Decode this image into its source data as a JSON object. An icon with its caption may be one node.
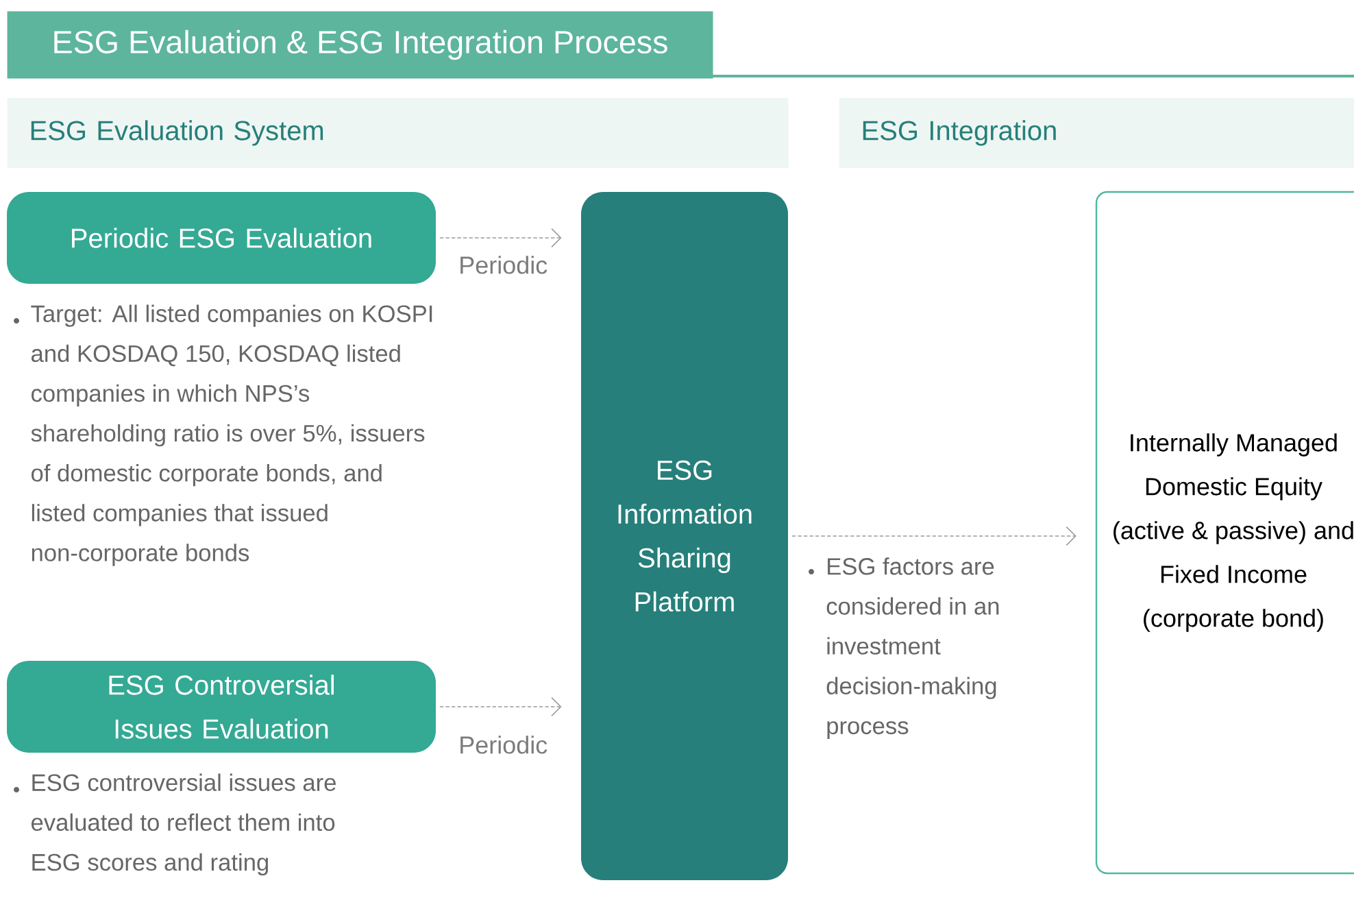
{
  "diagram": {
    "title": "ESG Evaluation & ESG Integration Process",
    "nodes": [
      {
        "text": [
          "ESG Evaluation System"
        ]
      },
      {
        "text": [
          "ESG Integration"
        ]
      },
      {
        "text": [
          "Periodic ESG Evaluation"
        ],
        "beside": [
          "Target: All listed companies on KOSPI and KOSDAQ 150, KOSDAQ listed companies in which NPS’s shareholding ratio is over 5%, issuers of domestic corporate bonds, and listed companies that issued non-corporate bonds"
        ]
      },
      {
        "text": [
          "ESG Controversial Issues Evaluation"
        ],
        "beside": [
          "ESG controversial issues are evaluated to reflect them into ESG scores and rating"
        ]
      },
      {
        "text": [
          "ESG Information Sharing Platform"
        ]
      },
      {
        "text": [
          "Internally Managed Domestic Equity (active & passive) and Fixed Income (corporate bond)"
        ]
      }
    ],
    "edges": [
      {
        "from": 2,
        "to": 4,
        "arrow": "to",
        "label": "Periodic",
        "style": "dashed"
      },
      {
        "from": 3,
        "to": 4,
        "arrow": "to",
        "label": "Periodic",
        "style": "dashed"
      },
      {
        "from": 4,
        "to": 5,
        "arrow": "to",
        "label": "ESG factors are considered in an investment decision-making process",
        "style": "dashed"
      }
    ]
  }
}
